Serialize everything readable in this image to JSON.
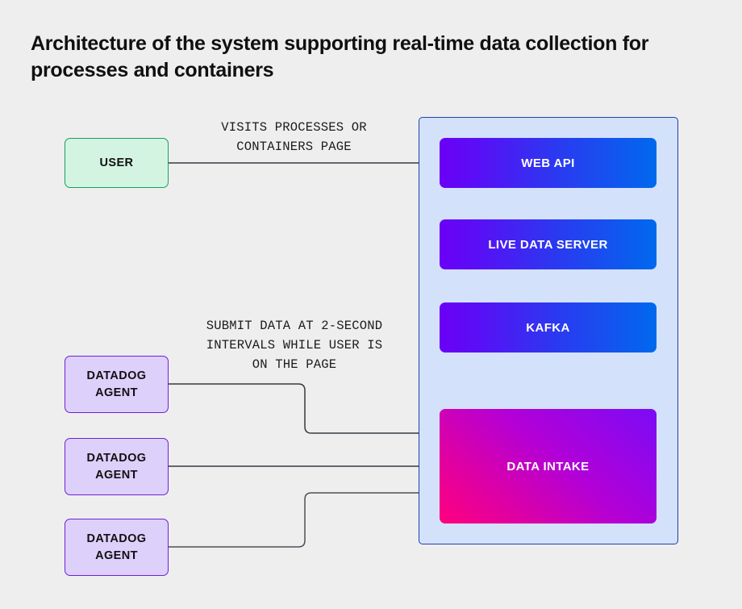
{
  "title": "Architecture of the system supporting real-time data collection for\nprocesses and containers",
  "colors": {
    "background": "#efeeee",
    "user_fill": "#d4f4e2",
    "user_stroke": "#16a05e",
    "agent_fill": "#ddd0fb",
    "agent_stroke": "#6d22d6",
    "panel_fill": "#d3e1fb",
    "panel_stroke": "#1e3fa8",
    "gradient_blue_start": "#6b00f7",
    "gradient_blue_end": "#0069ee",
    "gradient_pink_start": "#ff007f",
    "gradient_pink_end": "#7b0bf7",
    "connector": "#343a40",
    "service_text": "#ffffff",
    "title_text": "#101010"
  },
  "nodes": {
    "user": {
      "label": "USER"
    },
    "agents": [
      {
        "label": "DATADOG\nAGENT"
      },
      {
        "label": "DATADOG\nAGENT"
      },
      {
        "label": "DATADOG\nAGENT"
      }
    ],
    "services": [
      {
        "label": "WEB API"
      },
      {
        "label": "LIVE DATA SERVER"
      },
      {
        "label": "KAFKA"
      },
      {
        "label": "DATA INTAKE"
      }
    ]
  },
  "edge_labels": {
    "user_to_webapi": "VISITS PROCESSES OR\nCONTAINERS PAGE",
    "agents_to_intake": "SUBMIT DATA AT 2-SECOND\nINTERVALS WHILE USER IS\nON THE PAGE"
  }
}
